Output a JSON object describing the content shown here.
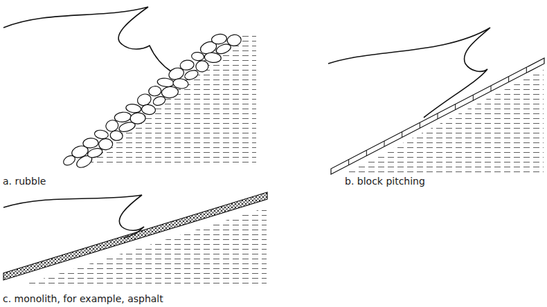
{
  "diagram": {
    "labels": [
      "a. rubble",
      "b. block pitching",
      "c. monolith, for example, asphalt"
    ]
  }
}
